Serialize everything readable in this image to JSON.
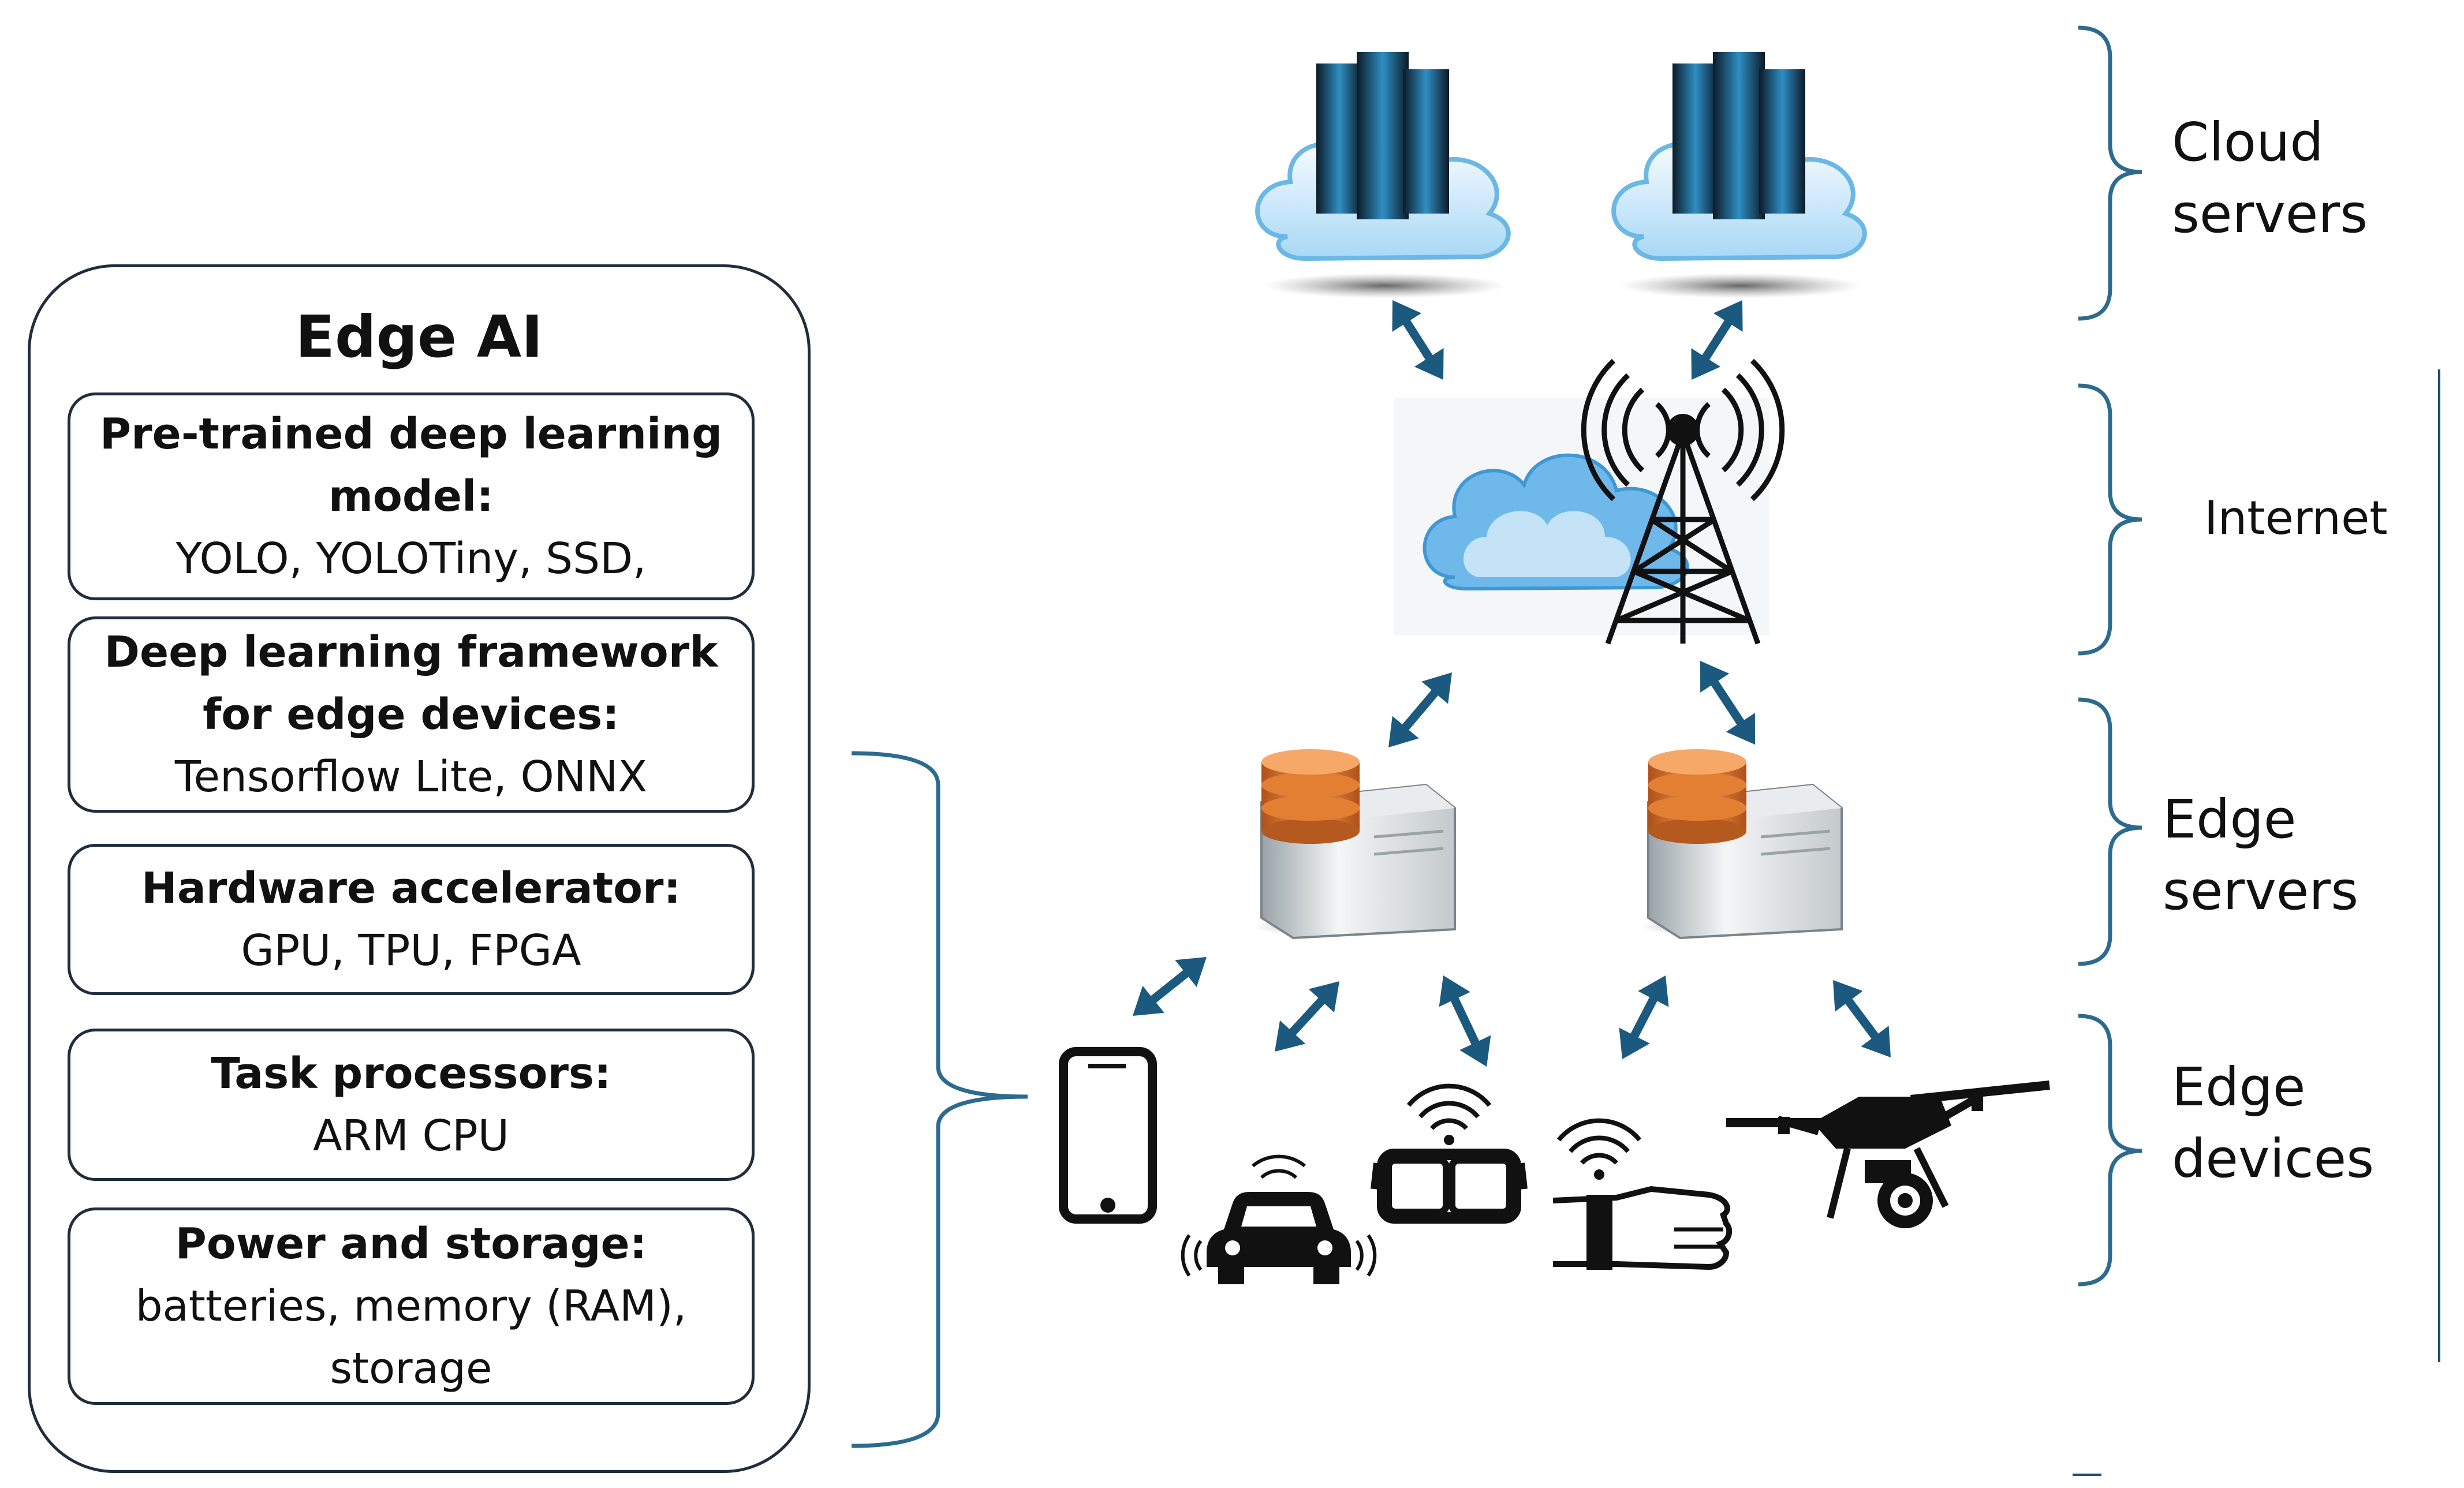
{
  "panel": {
    "title": "Edge AI",
    "components": [
      {
        "heading": "Pre-trained deep learning",
        "heading2": "model:",
        "detail": "YOLO, YOLOTiny, SSD,"
      },
      {
        "heading": "Deep learning framework",
        "heading2": "for edge devices:",
        "detail": "Tensorflow Lite, ONNX"
      },
      {
        "heading": "Hardware accelerator:",
        "detail": "GPU, TPU, FPGA"
      },
      {
        "heading": "Task processors:",
        "detail": "ARM CPU"
      },
      {
        "heading": "Power and storage:",
        "detail": "batteries, memory (RAM),",
        "detail2": "storage"
      }
    ]
  },
  "layers": {
    "cloud": [
      "Cloud",
      "servers"
    ],
    "internet": "Internet",
    "edge_servers": [
      "Edge",
      "servers"
    ],
    "edge_devices": [
      "Edge",
      "devices"
    ]
  },
  "icons": {
    "cloud_server": "cloud-server-icon",
    "internet_tower": "cell-tower-icon",
    "edge_server": "database-server-icon",
    "devices": [
      "smartphone-icon",
      "connected-car-icon",
      "smart-glasses-icon",
      "wearable-wristband-icon",
      "drone-icon"
    ]
  },
  "colors": {
    "arrow": "#1b5a7e",
    "outline": "#1f2d3d",
    "server_blue": "#2f8ec4",
    "cloud_blue": "#7fc3ef",
    "database_orange": "#e0752a"
  }
}
